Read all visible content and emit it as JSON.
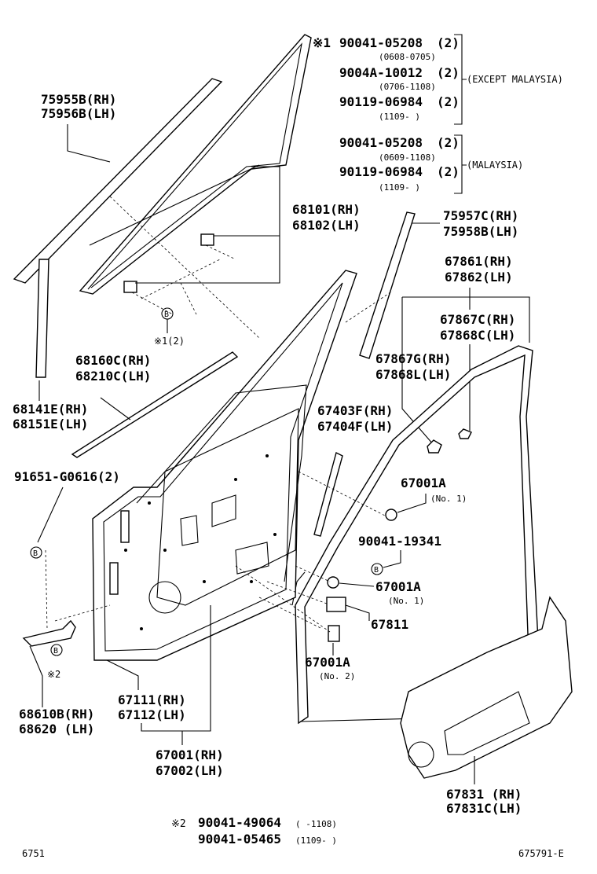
{
  "ref_window": {
    "mark": "※1",
    "items": [
      {
        "part": "90041-05208",
        "qty": "(2)",
        "range": "(0608-0705)"
      },
      {
        "part": "9004A-10012",
        "qty": "(2)",
        "range": "(0706-1108)"
      },
      {
        "part": "90119-06984",
        "qty": "(2)",
        "range": "(1109-      )"
      }
    ],
    "group_label": "(EXCEPT MALAYSIA)",
    "items2": [
      {
        "part": "90041-05208",
        "qty": "(2)",
        "range": "(0609-1108)"
      },
      {
        "part": "90119-06984",
        "qty": "(2)",
        "range": "(1109-      )"
      }
    ],
    "group2_label": "(MALAYSIA)"
  },
  "labels": {
    "l75955": "75955B(RH)",
    "l75956": "75956B(LH)",
    "l68101": "68101(RH)",
    "l68102": "68102(LH)",
    "l75957": "75957C(RH)",
    "l75958": "75958B(LH)",
    "l67861": "67861(RH)",
    "l67862": "67862(LH)",
    "l67867c": "67867C(RH)",
    "l67868c": "67868C(LH)",
    "l67867g": "67867G(RH)",
    "l67868l": "67868L(LH)",
    "l68160": "68160C(RH)",
    "l68210": "68210C(LH)",
    "l68141": "68141E(RH)",
    "l68151": "68151E(LH)",
    "l67403": "67403F(RH)",
    "l67404": "67404F(LH)",
    "l91651": "91651-G0616(2)",
    "l67001a1": "67001A",
    "l67001a1_note": "(No. 1)",
    "l90041_19341": "90041-19341",
    "l67001a2": "67001A",
    "l67001a2_note": "(No. 1)",
    "l67811": "67811",
    "l67001a3": "67001A",
    "l67001a3_note": "(No. 2)",
    "l68610": "68610B(RH)",
    "l68620": "68620 (LH)",
    "l67111": "67111(RH)",
    "l67112": "67112(LH)",
    "l67001": "67001(RH)",
    "l67002": "67002(LH)",
    "l67831": "67831 (RH)",
    "l67831c": "67831C(LH)",
    "b_marker": "B",
    "x1_two": "※1(2)",
    "x2": "※2"
  },
  "footnote": {
    "mark": "※2",
    "rows": [
      {
        "part": "90041-49064",
        "range": "(      -1108)"
      },
      {
        "part": "90041-05465",
        "range": "(1109-      )"
      }
    ]
  },
  "corner_left": "6751",
  "corner_right": "675791-E"
}
